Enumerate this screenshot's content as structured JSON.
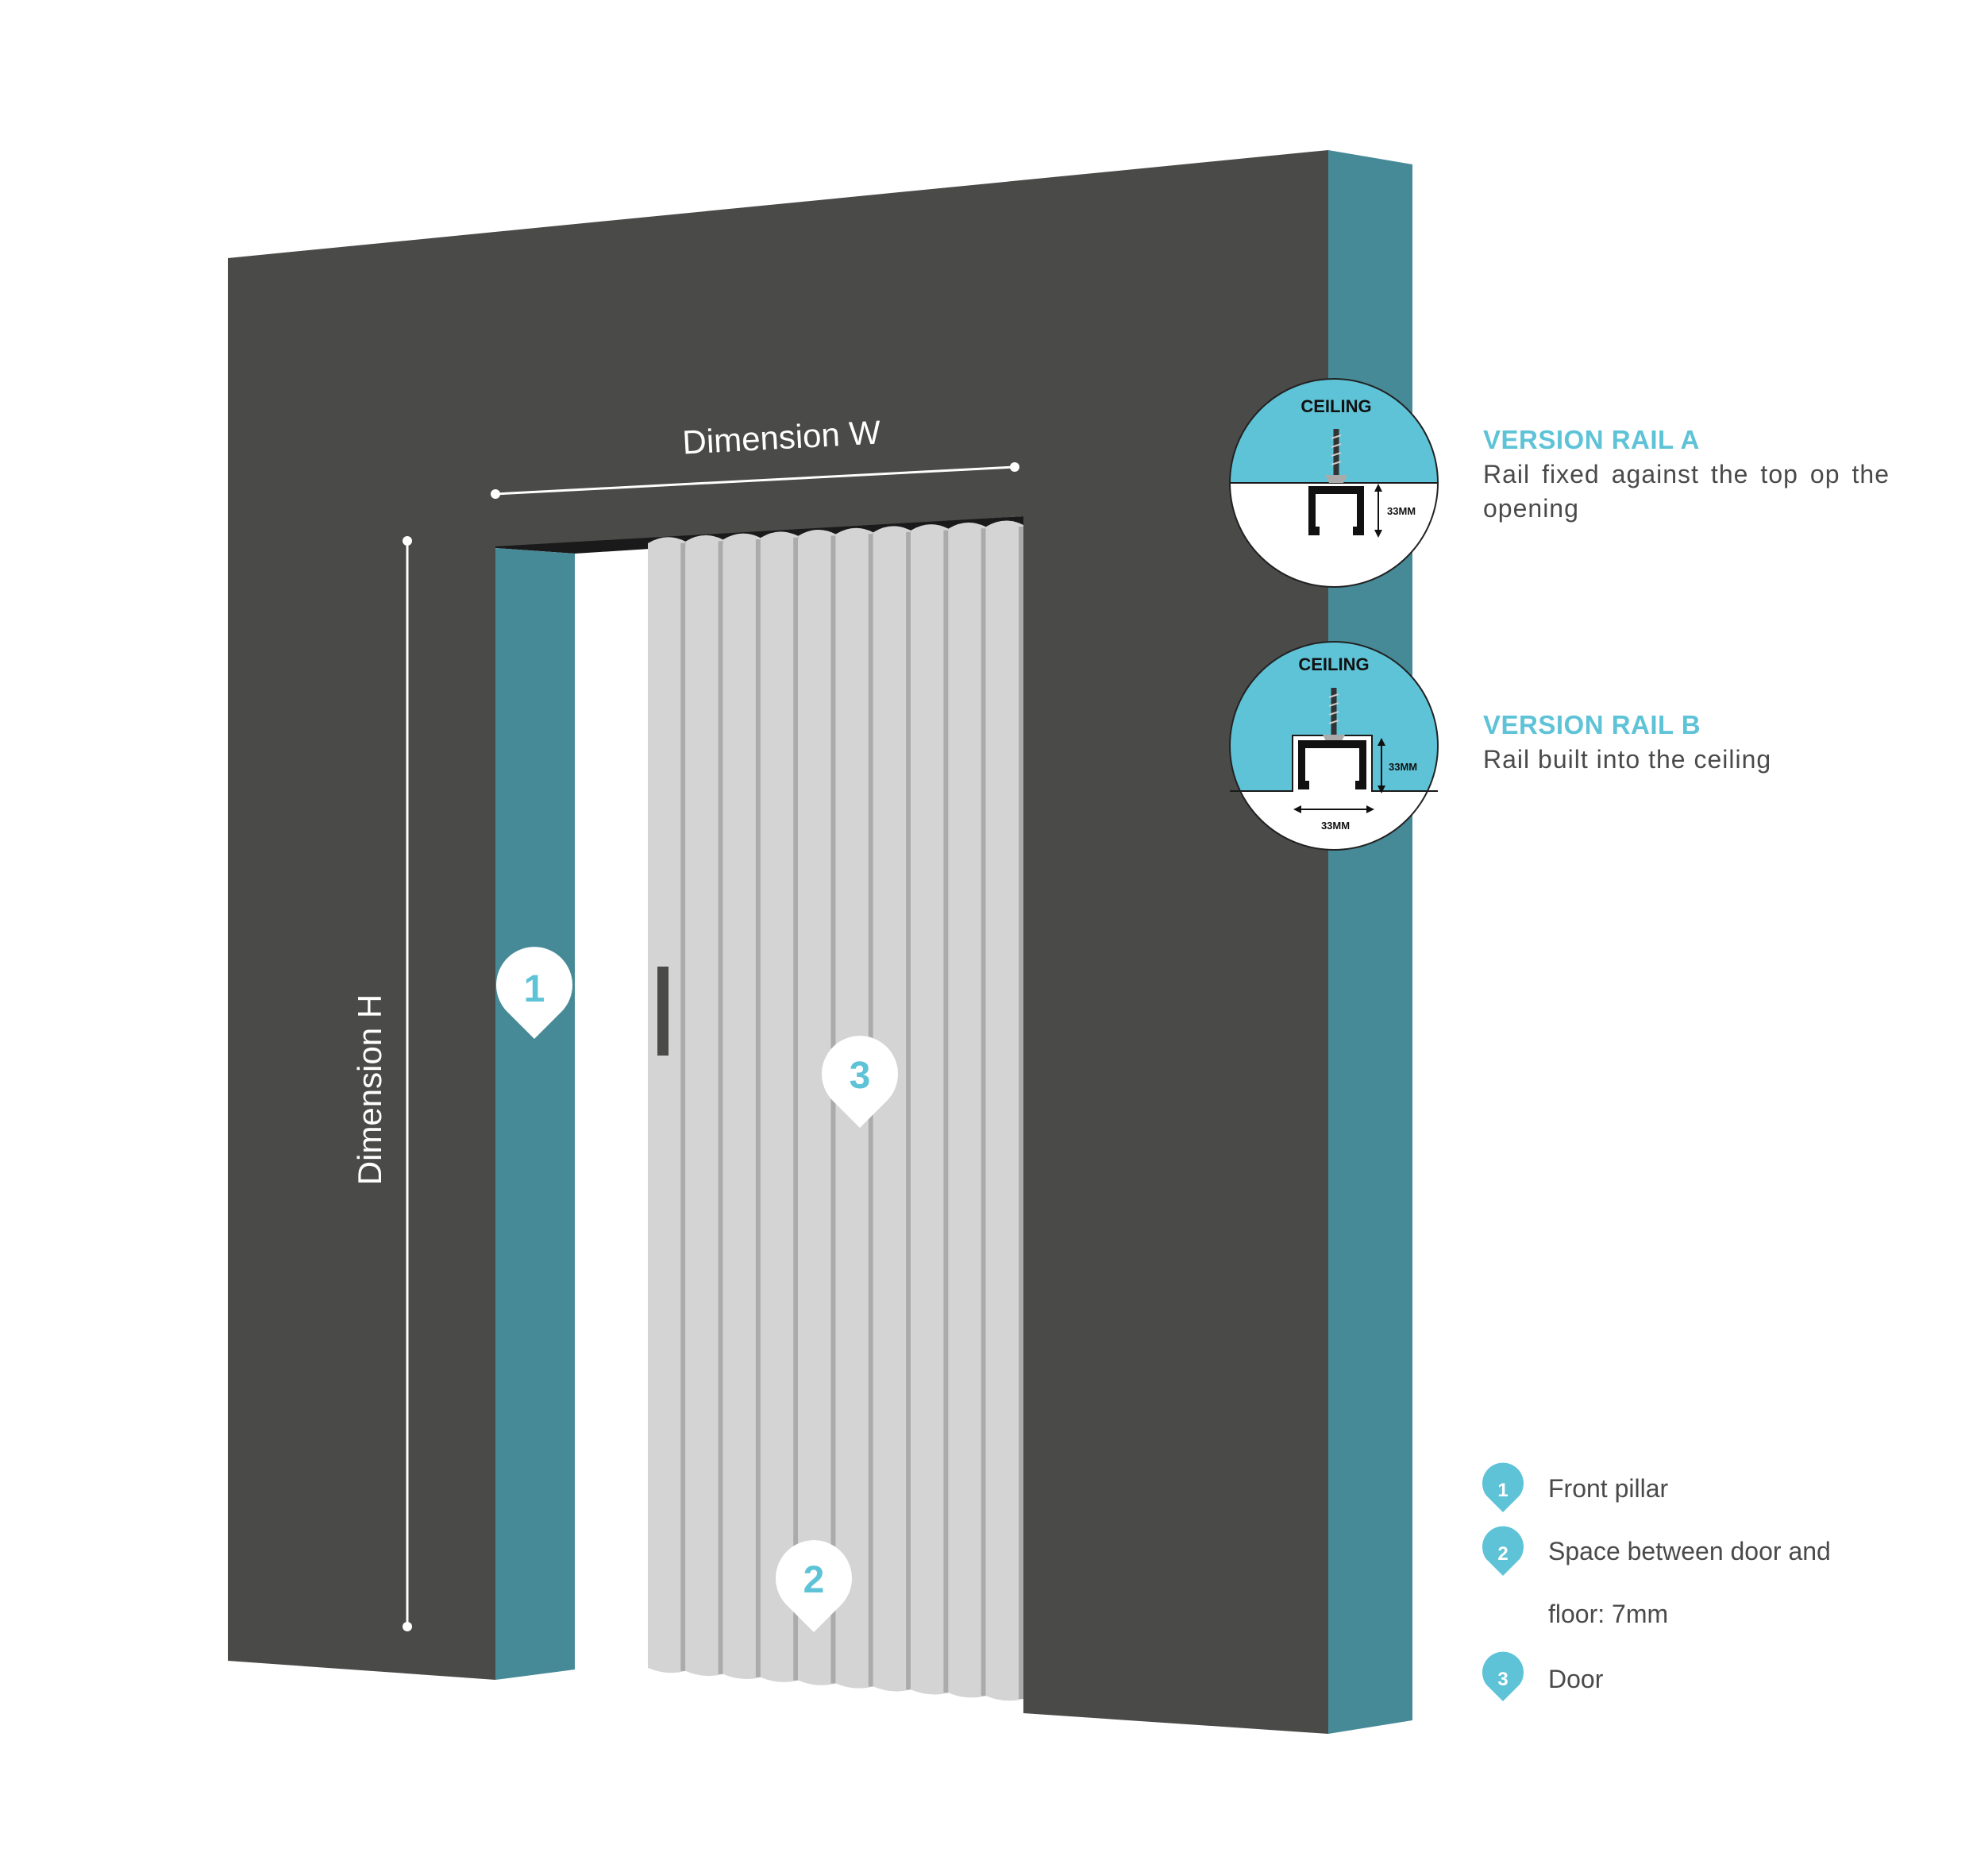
{
  "dimensions": {
    "width_label": "Dimension W",
    "height_label": "Dimension H"
  },
  "markers": [
    "1",
    "2",
    "3"
  ],
  "rail_a": {
    "ceiling_label": "CEILING",
    "size_label": "33MM",
    "title": "VERSION RAIL A",
    "description": "Rail fixed against the top op the opening"
  },
  "rail_b": {
    "ceiling_label": "CEILING",
    "height_label": "33MM",
    "width_label": "33MM",
    "title": "VERSION RAIL B",
    "description": "Rail built into the ceiling"
  },
  "legend": [
    {
      "number": "1",
      "label": "Front pillar"
    },
    {
      "number": "2",
      "label": "Space between door and floor: 7mm"
    },
    {
      "number": "3",
      "label": "Door"
    }
  ],
  "colors": {
    "wall": "#4a4a49",
    "wall_side": "#478a97",
    "accent": "#5ec3d7",
    "door": "#d4d4d4",
    "door_groove": "#ababab",
    "text": "#4a4a4a"
  }
}
